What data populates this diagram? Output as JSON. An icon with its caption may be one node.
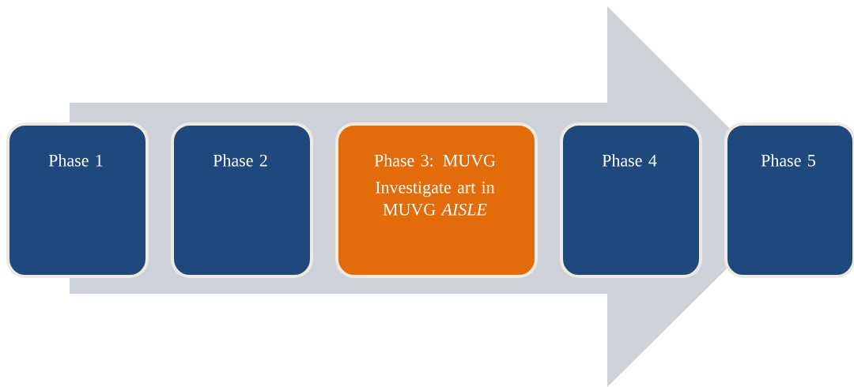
{
  "diagram": {
    "nodes": [
      {
        "text": [
          "Phase 1"
        ]
      },
      {
        "text": [
          "Phase 2"
        ]
      },
      {
        "text": [
          "Phase 3: MUVG",
          "Investigate art in MUVG *AISLE*"
        ]
      },
      {
        "text": [
          "Phase 4"
        ]
      },
      {
        "text": [
          "Phase 5"
        ]
      }
    ],
    "edges": [
      {
        "from": 0,
        "to": 4,
        "arrow": "to"
      }
    ]
  }
}
